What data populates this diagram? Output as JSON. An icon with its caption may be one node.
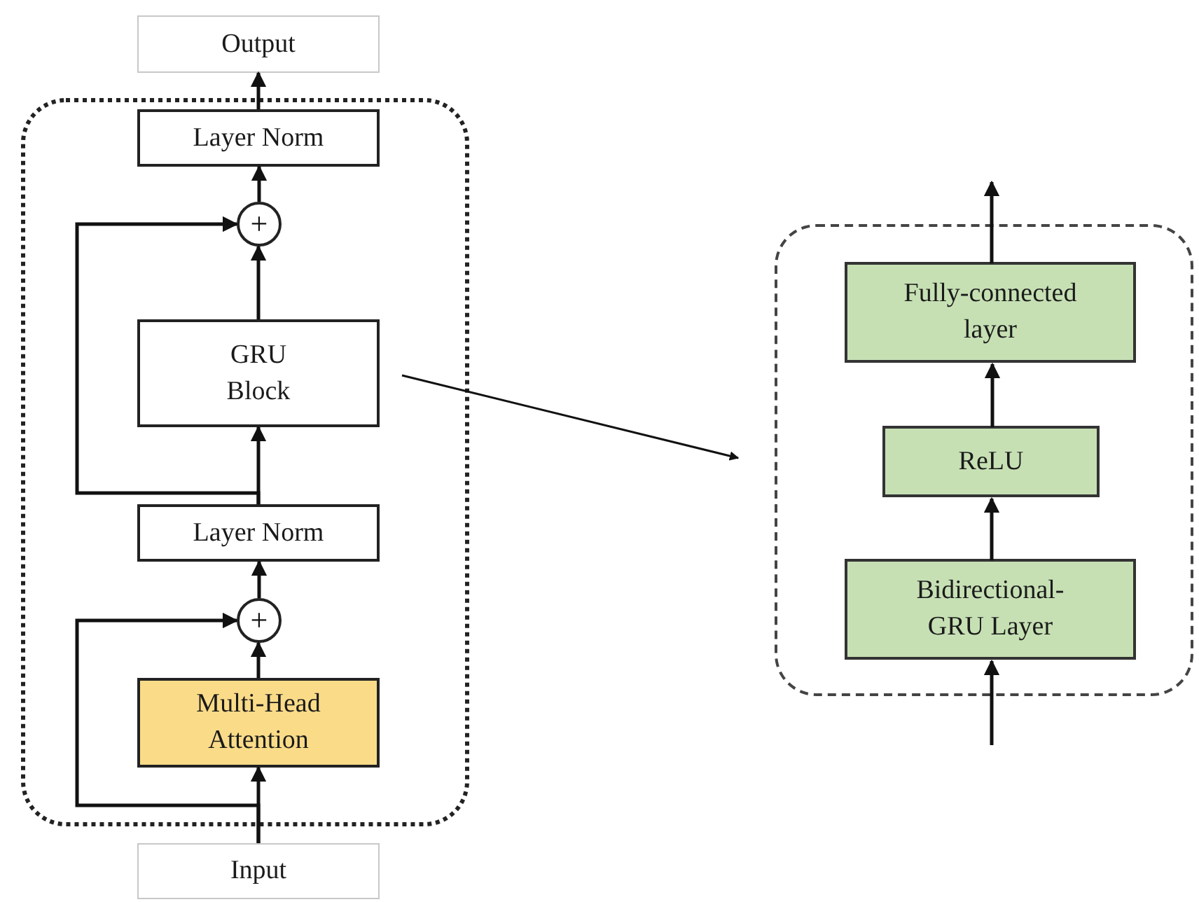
{
  "diagram": {
    "nodes": [
      {
        "text": [
          "Output"
        ]
      },
      {
        "text": [],
        "shape": "box"
      },
      {
        "text": [
          "Layer Norm"
        ],
        "in": 1
      },
      {
        "text": [
          "+"
        ],
        "in": 1
      },
      {
        "text": [
          "GRU Block"
        ],
        "in": 1
      },
      {
        "text": [
          "Layer Norm"
        ],
        "in": 1
      },
      {
        "text": [
          "+"
        ],
        "in": 1
      },
      {
        "text": [
          "Multi-Head Attention"
        ],
        "in": 1
      },
      {
        "text": [
          "Input"
        ]
      },
      {
        "text": [],
        "shape": "box"
      },
      {
        "text": [
          "Fully-connected layer"
        ],
        "in": 9
      },
      {
        "text": [
          "ReLU"
        ],
        "in": 9
      },
      {
        "text": [
          "Bidirectional-GRU Layer"
        ],
        "in": 9
      }
    ],
    "edges": [
      {
        "from": 8,
        "to": 7,
        "arrow": "to"
      },
      {
        "from": 7,
        "to": 6,
        "arrow": "to"
      },
      {
        "from": 8,
        "to": 6,
        "arrow": "to"
      },
      {
        "from": 6,
        "to": 5,
        "arrow": "to"
      },
      {
        "from": 5,
        "to": 4,
        "arrow": "to"
      },
      {
        "from": 5,
        "to": 3,
        "arrow": "to"
      },
      {
        "from": 4,
        "to": 3,
        "arrow": "to"
      },
      {
        "from": 3,
        "to": 2,
        "arrow": "to"
      },
      {
        "from": 2,
        "to": 0,
        "arrow": "to"
      },
      {
        "from": 4,
        "to": 9,
        "arrow": "to"
      },
      {
        "from": null,
        "to": 12,
        "arrow": "to"
      },
      {
        "from": 12,
        "to": 11,
        "arrow": "to"
      },
      {
        "from": 11,
        "to": 10,
        "arrow": "to"
      },
      {
        "from": 10,
        "to": null,
        "arrow": "to"
      }
    ]
  }
}
